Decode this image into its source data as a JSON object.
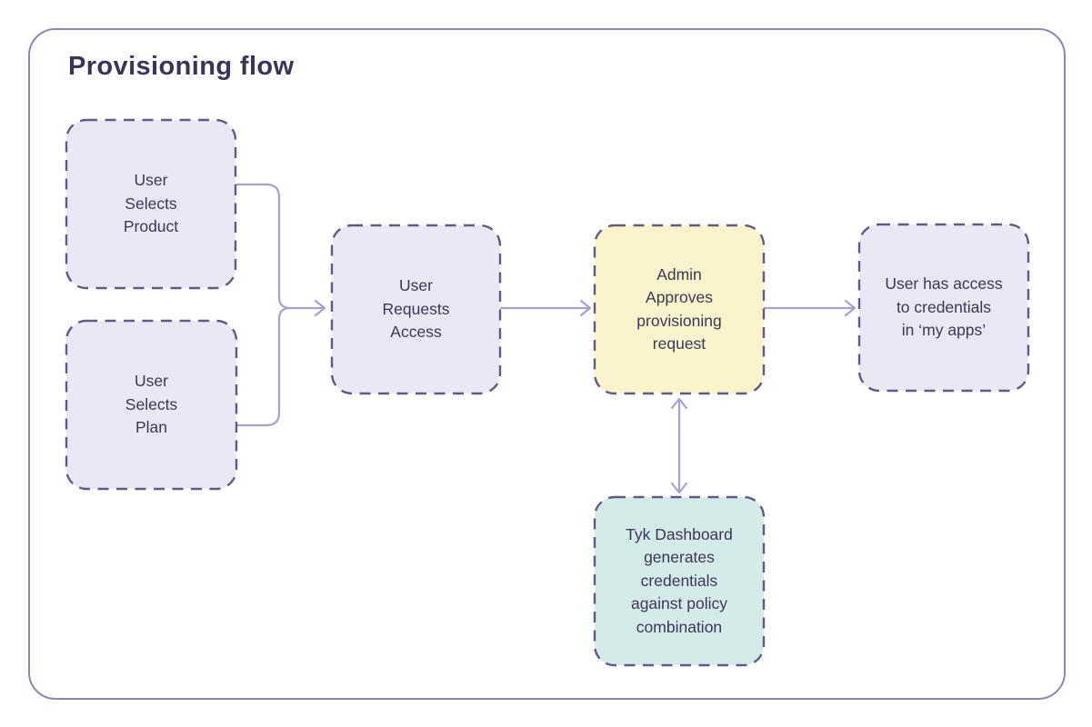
{
  "title": "Provisioning flow",
  "colors": {
    "frame_border": "#8b87b4",
    "node_dashed_border": "#5f5b85",
    "connector": "#a5a2d3",
    "text": "#3c3758",
    "lavender_fill": "#e9e8f4",
    "yellow_fill": "#faf3cc",
    "teal_fill": "#d5ebe8"
  },
  "nodes": [
    {
      "id": "user-selects-product",
      "label": "User\nSelects\nProduct",
      "fill": "#e9e8f4"
    },
    {
      "id": "user-selects-plan",
      "label": "User\nSelects\nPlan",
      "fill": "#e9e8f4"
    },
    {
      "id": "user-requests-access",
      "label": "User\nRequests\nAccess",
      "fill": "#e9e8f4"
    },
    {
      "id": "admin-approves-request",
      "label": "Admin\nApproves\nprovisioning\nrequest",
      "fill": "#faf3cc"
    },
    {
      "id": "user-has-access",
      "label": "User has access\nto credentials\nin ‘my apps’",
      "fill": "#e9e8f4"
    },
    {
      "id": "tyk-dashboard-generates",
      "label": "Tyk Dashboard\ngenerates\ncredentials\nagainst policy\ncombination",
      "fill": "#d5ebe8"
    }
  ],
  "connectors": [
    {
      "from": "user-selects-product",
      "to": "user-requests-access",
      "type": "merge-arrow"
    },
    {
      "from": "user-selects-plan",
      "to": "user-requests-access",
      "type": "merge-arrow"
    },
    {
      "from": "user-requests-access",
      "to": "admin-approves-request",
      "type": "arrow"
    },
    {
      "from": "admin-approves-request",
      "to": "user-has-access",
      "type": "arrow"
    },
    {
      "from": "admin-approves-request",
      "to": "tyk-dashboard-generates",
      "type": "double-arrow"
    }
  ]
}
